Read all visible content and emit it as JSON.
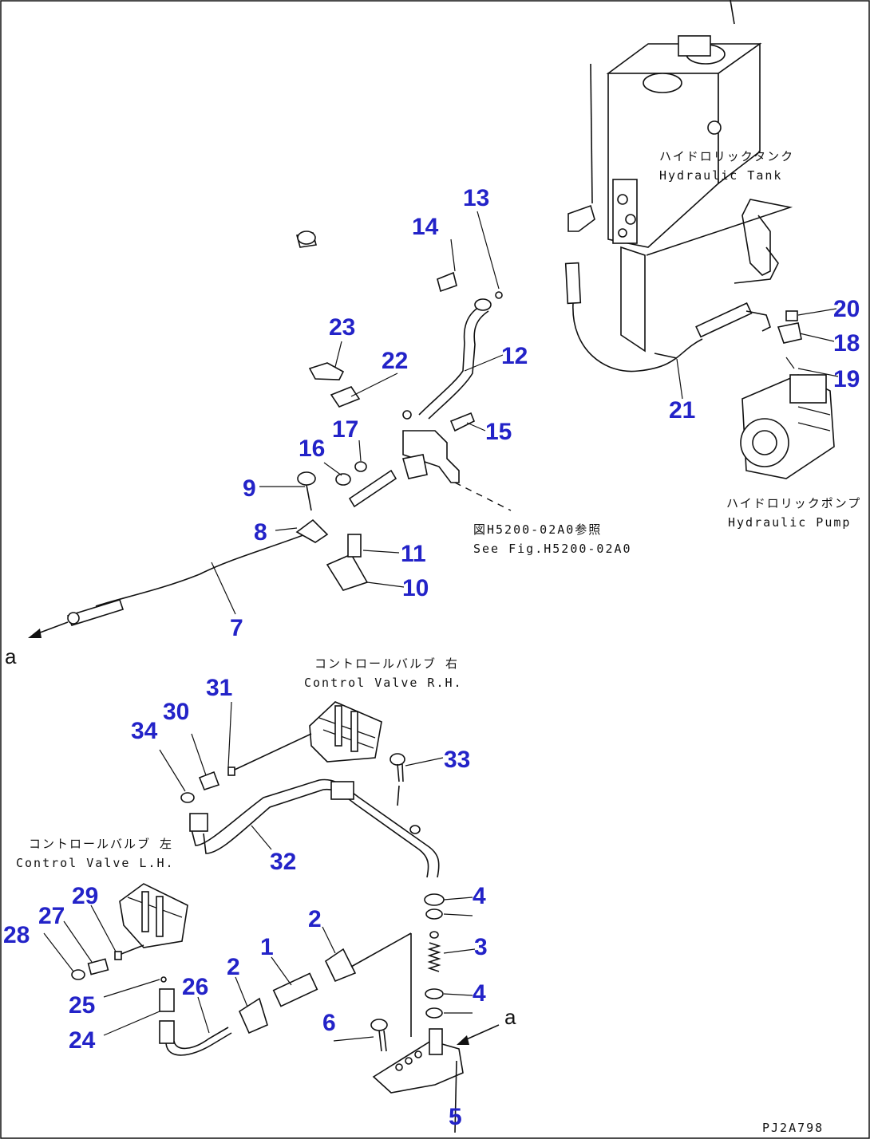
{
  "figure_code": "PJ2A798",
  "labels": {
    "tank_jp": "ハイドロリックタンク",
    "tank_en": "Hydraulic Tank",
    "pump_jp": "ハイドロリックポンプ",
    "pump_en": "Hydraulic Pump",
    "see_fig_jp": "図H5200-02A0参照",
    "see_fig_en": "See Fig.H5200-02A0",
    "cv_rh_jp": "コントロールバルブ 右",
    "cv_rh_en": "Control Valve R.H.",
    "cv_lh_jp": "コントロールバルブ 左",
    "cv_lh_en": "Control Valve L.H.",
    "ref_a_top": "a",
    "ref_a_bottom": "a"
  },
  "callouts": [
    "1",
    "2",
    "2",
    "3",
    "4",
    "4",
    "5",
    "6",
    "7",
    "8",
    "9",
    "10",
    "11",
    "12",
    "13",
    "14",
    "15",
    "16",
    "17",
    "18",
    "19",
    "20",
    "21",
    "22",
    "23",
    "24",
    "25",
    "26",
    "27",
    "28",
    "29",
    "30",
    "31",
    "32",
    "33",
    "34"
  ]
}
